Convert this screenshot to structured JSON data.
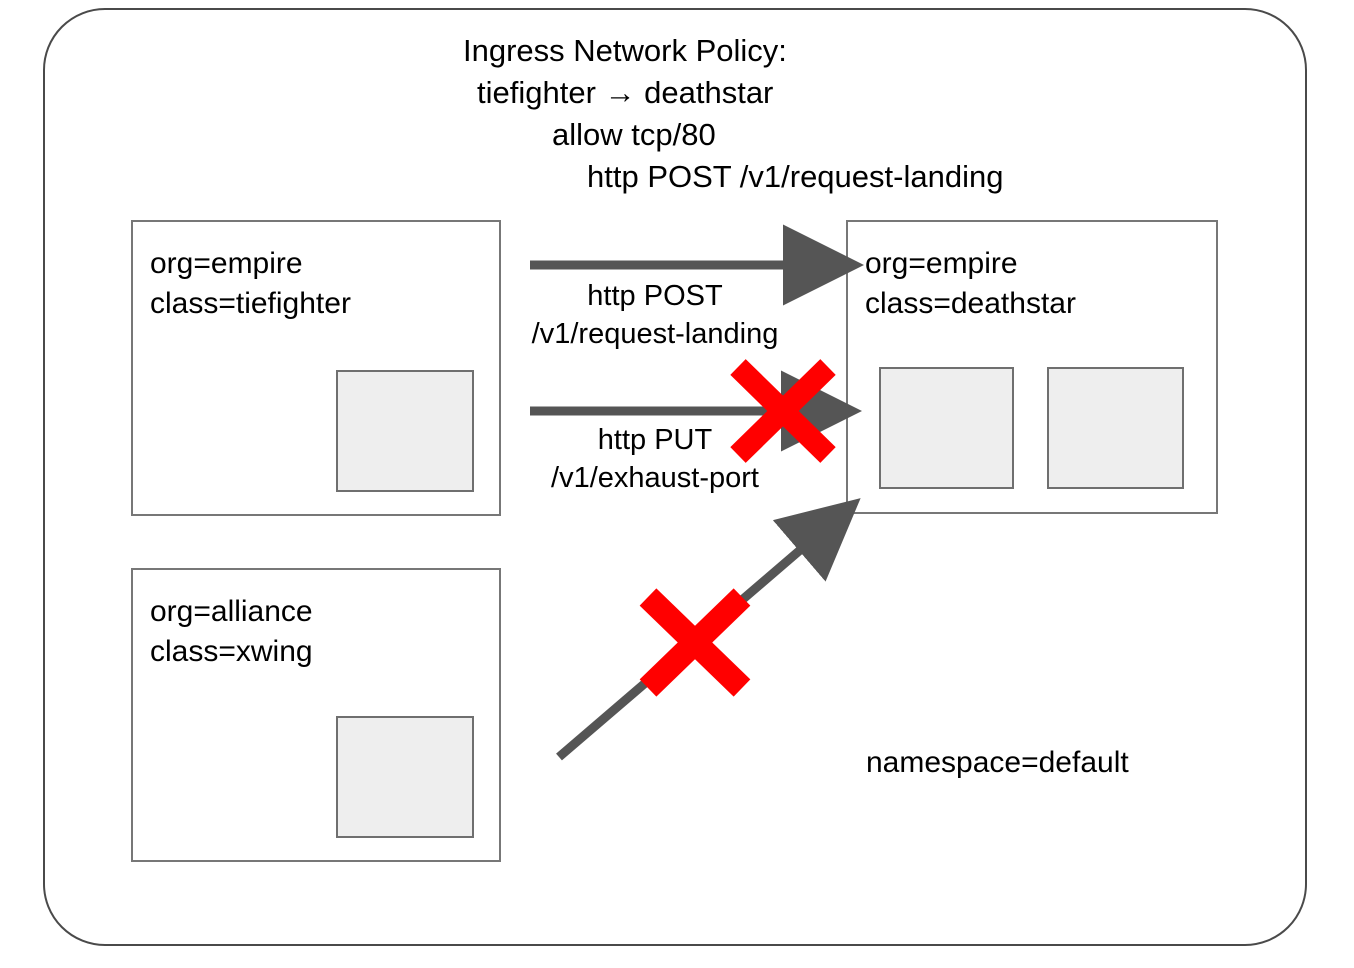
{
  "diagram": {
    "title_lines": [
      "Ingress Network Policy:",
      "tiefighter → deathstar",
      "allow tcp/80",
      "http POST /v1/request-landing"
    ],
    "namespace_label": "namespace=default",
    "colors": {
      "arrow": "#555555",
      "deny": "#FF0000",
      "box_border": "#777777",
      "pod_fill": "#EEEEEE",
      "pod_border": "#6F6F6F",
      "container_border": "#4A4A4A",
      "text": "#000000"
    },
    "endpoints": [
      {
        "id": "tiefighter",
        "labels": [
          "org=empire",
          "class=tiefighter"
        ],
        "pod_count": 1
      },
      {
        "id": "deathstar",
        "labels": [
          "org=empire",
          "class=deathstar"
        ],
        "pod_count": 2
      },
      {
        "id": "xwing",
        "labels": [
          "org=alliance",
          "class=xwing"
        ],
        "pod_count": 1
      }
    ],
    "flows": [
      {
        "id": "post-request-landing",
        "from": "tiefighter",
        "to": "deathstar",
        "label_lines": [
          "http POST",
          "/v1/request-landing"
        ],
        "allowed": true
      },
      {
        "id": "put-exhaust-port",
        "from": "tiefighter",
        "to": "deathstar",
        "label_lines": [
          "http PUT",
          "/v1/exhaust-port"
        ],
        "allowed": false
      },
      {
        "id": "xwing-to-deathstar",
        "from": "xwing",
        "to": "deathstar",
        "label_lines": [],
        "allowed": false
      }
    ]
  }
}
